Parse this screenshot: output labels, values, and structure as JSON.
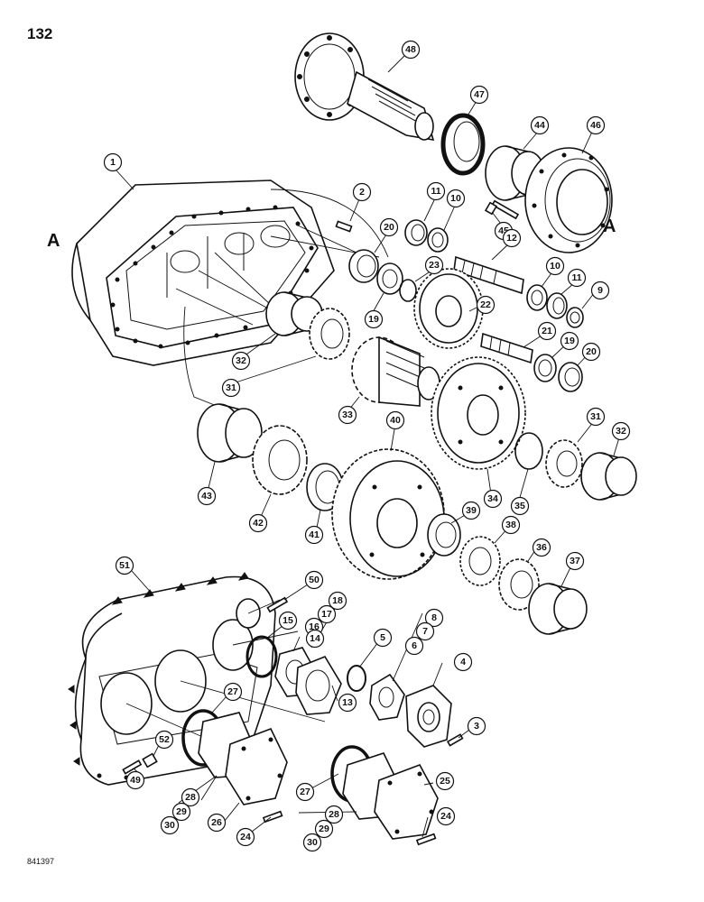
{
  "page_number": "132",
  "drawing_code": "841397",
  "view_labels": {
    "left": "A",
    "right": "A"
  },
  "callouts": {
    "c48": "48",
    "c47": "47",
    "c44": "44",
    "c46": "46",
    "c1": "1",
    "c2": "2",
    "c11a": "11",
    "c10a": "10",
    "c45": "45",
    "c20a": "20",
    "c12": "12",
    "c23": "23",
    "c19a": "19",
    "c22": "22",
    "c10b": "10",
    "c11b": "11",
    "c9": "9",
    "c32a": "32",
    "c31a": "31",
    "c21": "21",
    "c19b": "19",
    "c20b": "20",
    "c33": "33",
    "c40": "40",
    "c34": "34",
    "c31b": "31",
    "c32b": "32",
    "c43": "43",
    "c42": "42",
    "c41": "41",
    "c35": "35",
    "c39": "39",
    "c38": "38",
    "c36": "36",
    "c37": "37",
    "c51": "51",
    "c50": "50",
    "c18": "18",
    "c17": "17",
    "c16": "16",
    "c15": "15",
    "c14": "14",
    "c8": "8",
    "c7": "7",
    "c6": "6",
    "c5": "5",
    "c4": "4",
    "c13": "13",
    "c27a": "27",
    "c3": "3",
    "c52": "52",
    "c27b": "27",
    "c25": "25",
    "c49": "49",
    "c28a": "28",
    "c29a": "29",
    "c30a": "30",
    "c26": "26",
    "c28b": "28",
    "c29b": "29",
    "c30b": "30",
    "c24a": "24",
    "c24b": "24"
  }
}
